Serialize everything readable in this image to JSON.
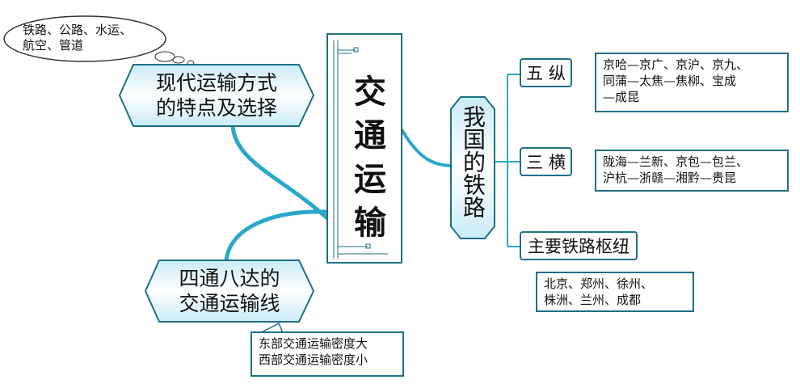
{
  "center": {
    "title": "交通运输"
  },
  "cloud": {
    "text_line1": "铁路、公路、水运、",
    "text_line2": "航空、管道"
  },
  "left_nodes": [
    {
      "line1": "现代运输方式",
      "line2": "的特点及选择"
    },
    {
      "line1": "四通八达的",
      "line2": "交通运输线"
    }
  ],
  "density_box": {
    "line1": "东部交通运输密度大",
    "line2": "西部交通运输密度小"
  },
  "railway": {
    "title": "我国的铁路",
    "branches": [
      {
        "label": "五 纵",
        "lines": [
          "京哈—京广、京沪、京九、",
          "同蒲—太焦—焦柳、宝成",
          "—成昆"
        ]
      },
      {
        "label": "三 横",
        "lines": [
          "陇海—兰新、京包—包兰、",
          "沪杭—浙赣—湘黔—贵昆"
        ]
      },
      {
        "label": "主要铁路枢纽",
        "lines": [
          "北京、郑州、徐州、",
          "株洲、兰州、成都"
        ]
      }
    ]
  },
  "colors": {
    "line": "#2aa7c9",
    "border": "#1e6f86",
    "fill": "#dff3fa"
  }
}
